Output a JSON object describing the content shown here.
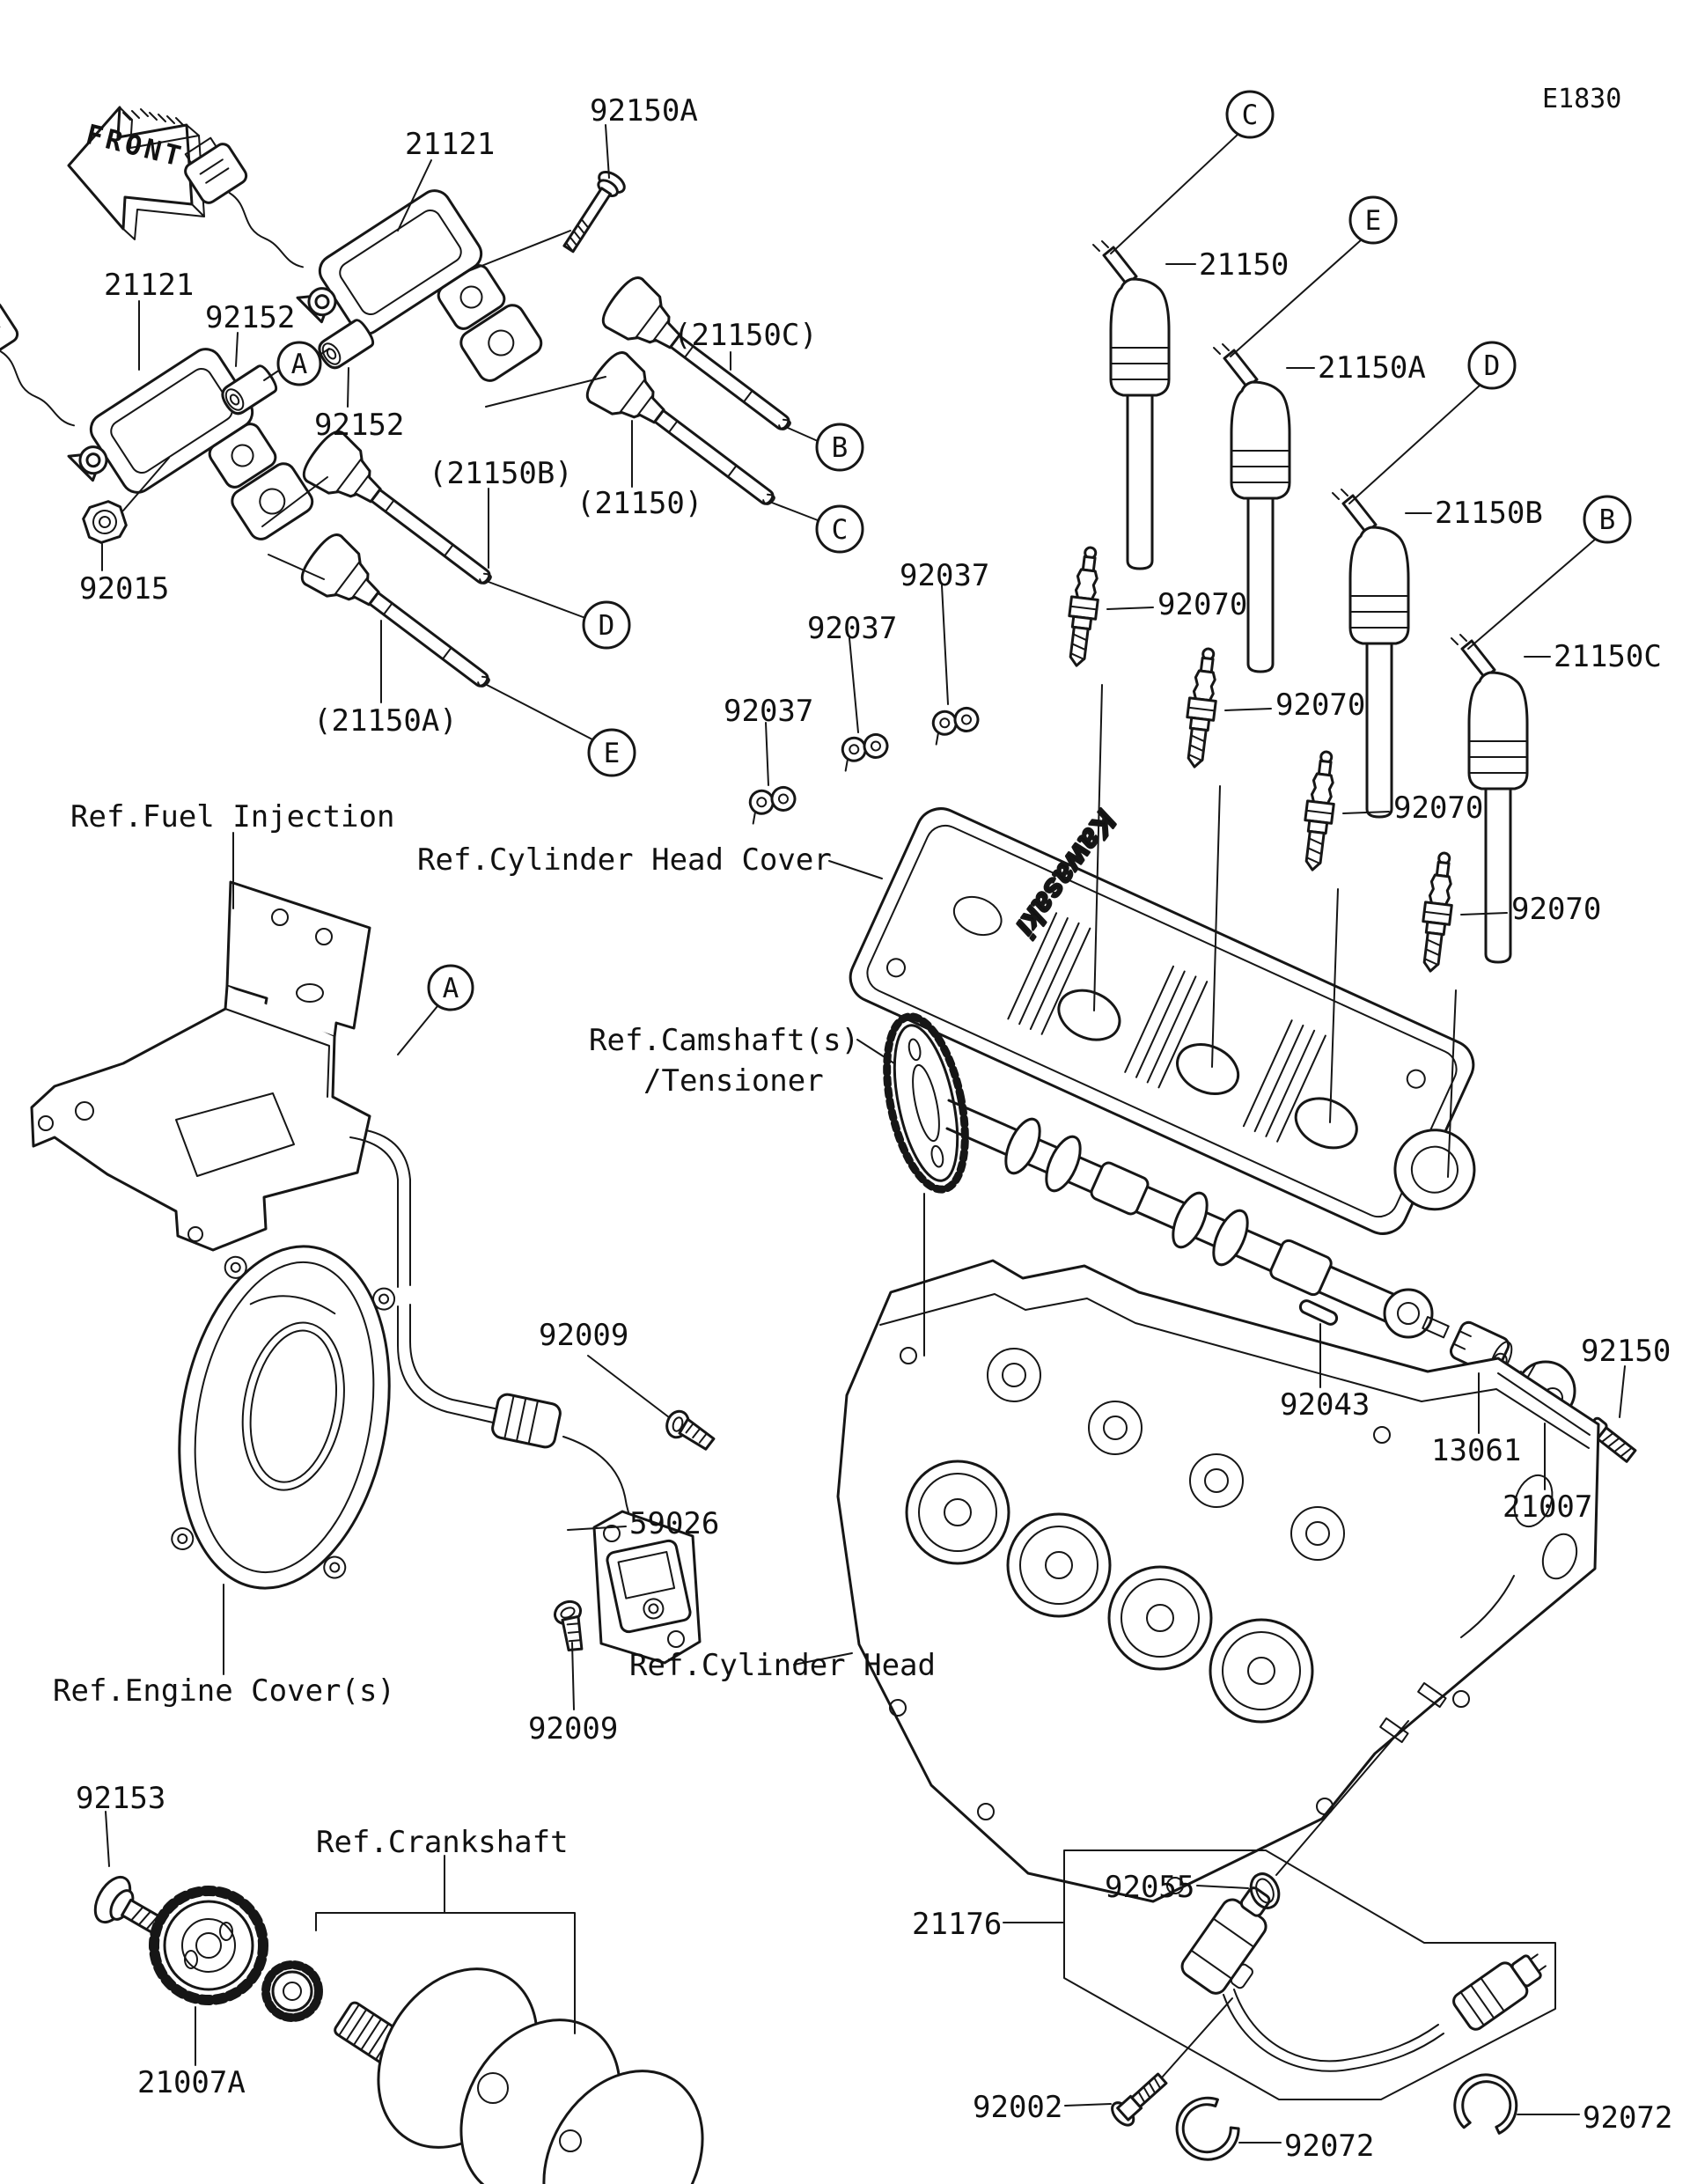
{
  "diagram": {
    "page_code": "E1830",
    "front_marker": "FRONT",
    "brand": "Kawasaki",
    "callouts": {
      "a": "A",
      "b": "B",
      "c": "C",
      "d": "D",
      "e": "E"
    },
    "refs": {
      "fuel_injection": "Ref.Fuel Injection",
      "cylinder_head_cover": "Ref.Cylinder Head Cover",
      "camshaft_1": "Ref.Camshaft(s)",
      "camshaft_2": "/Tensioner",
      "engine_covers": "Ref.Engine Cover(s)",
      "cylinder_head": "Ref.Cylinder Head",
      "crankshaft": "Ref.Crankshaft"
    },
    "parts": {
      "ignition_coil_upper": "21121",
      "ignition_coil_lower": "21121",
      "coil_bolt": "92150A",
      "damper_upper": "92152",
      "damper_lower": "92152",
      "coil_nut": "92015",
      "cap_group_c": "(21150C)",
      "cap_group_b": "(21150B)",
      "cap_group_plain": "(21150)",
      "cap_group_a": "(21150A)",
      "plug_cap_1": "21150",
      "plug_cap_2": "21150A",
      "plug_cap_3": "21150B",
      "plug_cap_4": "21150C",
      "clamp_1": "92037",
      "clamp_2": "92037",
      "clamp_3": "92037",
      "spark_plug_1": "92070",
      "spark_plug_2": "92070",
      "spark_plug_3": "92070",
      "spark_plug_4": "92070",
      "screw_upper": "92009",
      "screw_lower": "92009",
      "pickup_coil": "59026",
      "camshaft_pin": "92043",
      "rotor_hub": "13061",
      "pulsing_rotor": "21007",
      "rotor_bolt": "92150",
      "crank_bolt": "92153",
      "timing_rotor": "21007A",
      "crank_sensor": "21176",
      "o_ring": "92055",
      "sensor_bolt": "92002",
      "clamp_left": "92072",
      "clamp_right": "92072"
    }
  }
}
